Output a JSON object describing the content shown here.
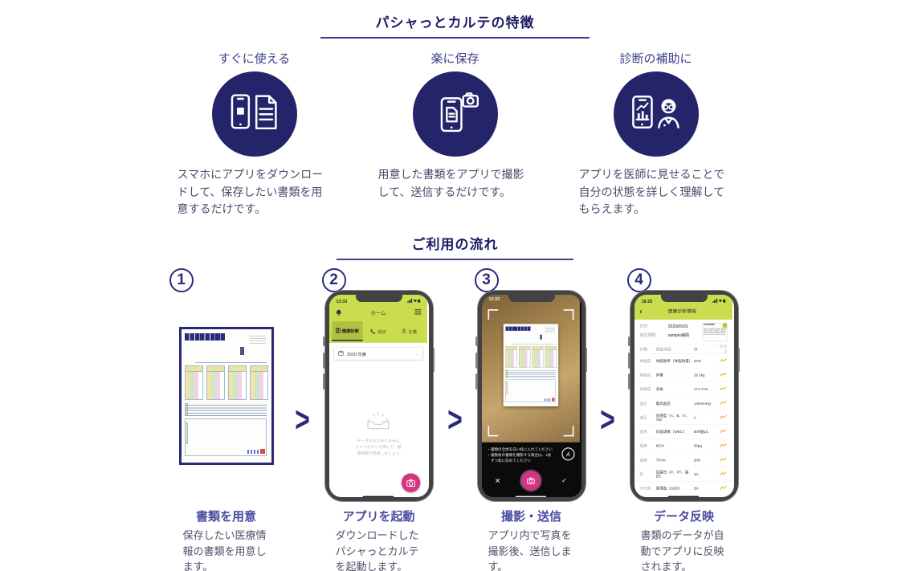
{
  "colors": {
    "navy": "#24246b",
    "title_navy": "#1c1b63",
    "lime": "#cadd4e",
    "pink": "#d43583",
    "graph_orange": "#f0a63a",
    "wood_brown": "#a98751"
  },
  "features_section": {
    "title": "パシャっとカルテの特徴",
    "items": [
      {
        "title": "すぐに使える",
        "icon": "phone-and-document-icon",
        "description": "スマホにアプリをダウンロードして、保存したい書類を用意するだけです。"
      },
      {
        "title": "楽に保存",
        "icon": "phone-and-camera-icon",
        "description": "用意した書類をアプリで撮影して、送信するだけです。"
      },
      {
        "title": "診断の補助に",
        "icon": "chart-and-doctor-icon",
        "description": "アプリを医師に見せることで自分の状態を詳しく理解してもらえます。"
      }
    ]
  },
  "flow_section": {
    "title": "ご利用の流れ",
    "arrow_glyph": ">",
    "steps": [
      {
        "number": "1",
        "title": "書類を用意",
        "description": "保存したい医療情報の書類を用意します。"
      },
      {
        "number": "2",
        "title": "アプリを起動",
        "description": "ダウンロードしたパシャっとカルテを起動します。",
        "phone": {
          "status_time": "13:33",
          "nav_title": "ホーム",
          "tabs": [
            "健康診断",
            "受診",
            "お薬"
          ],
          "year_filter": "2020 年度",
          "empty_message": "データがまだありません\nカメラボタンを押して、健\n康情報を登録しましょう"
        }
      },
      {
        "number": "3",
        "title": "撮影・送信",
        "description": "アプリ内で写真を撮影後、送信します。",
        "phone": {
          "status_time": "13:32",
          "hints": "・書類の全体を白い枠に入れてください\n・複数枚の書類を撮影する場合は、1枚\n　ずつ枠に収めてください",
          "flash_label": "A",
          "close_glyph": "✕",
          "confirm_glyph": "✓"
        }
      },
      {
        "number": "4",
        "title": "データ反映",
        "description": "書類のデータが自動でアプリに反映されます。",
        "phone": {
          "status_time": "18:25",
          "back_glyph": "‹",
          "nav_title": "健康診断情報",
          "badge_glyph": "✓",
          "info": [
            {
              "label": "日付",
              "value": "2020/05/01"
            },
            {
              "label": "受診場所",
              "value": "sample病院"
            }
          ],
          "table": {
            "columns": [
              "分類",
              "検査項目",
              "値",
              "グラフ"
            ],
            "rows": [
              {
                "category": "体組成",
                "item": "体脂肪率（体脂肪量）",
                "value": "10%"
              },
              {
                "category": "体組成",
                "item": "体重",
                "value": "29.1kg"
              },
              {
                "category": "体組成",
                "item": "身長",
                "value": "171.7cm"
              },
              {
                "category": "血圧",
                "item": "最高血圧",
                "value": "130mmHg"
              },
              {
                "category": "血圧",
                "item": "血液型（A、B、O、AB）",
                "value": "A"
              },
              {
                "category": "血液",
                "item": "白血球数（WBC）",
                "value": "500個/μL"
              },
              {
                "category": "血液",
                "item": "MCH",
                "value": "29pg"
              },
              {
                "category": "血液",
                "item": "TPHA",
                "value": "200-"
              },
              {
                "category": "尿",
                "item": "尿蛋白（P、PT、蛋白）",
                "value": "10-"
              },
              {
                "category": "その他",
                "item": "便潜血（GBD）",
                "value": "29-"
              }
            ]
          }
        }
      }
    ]
  }
}
